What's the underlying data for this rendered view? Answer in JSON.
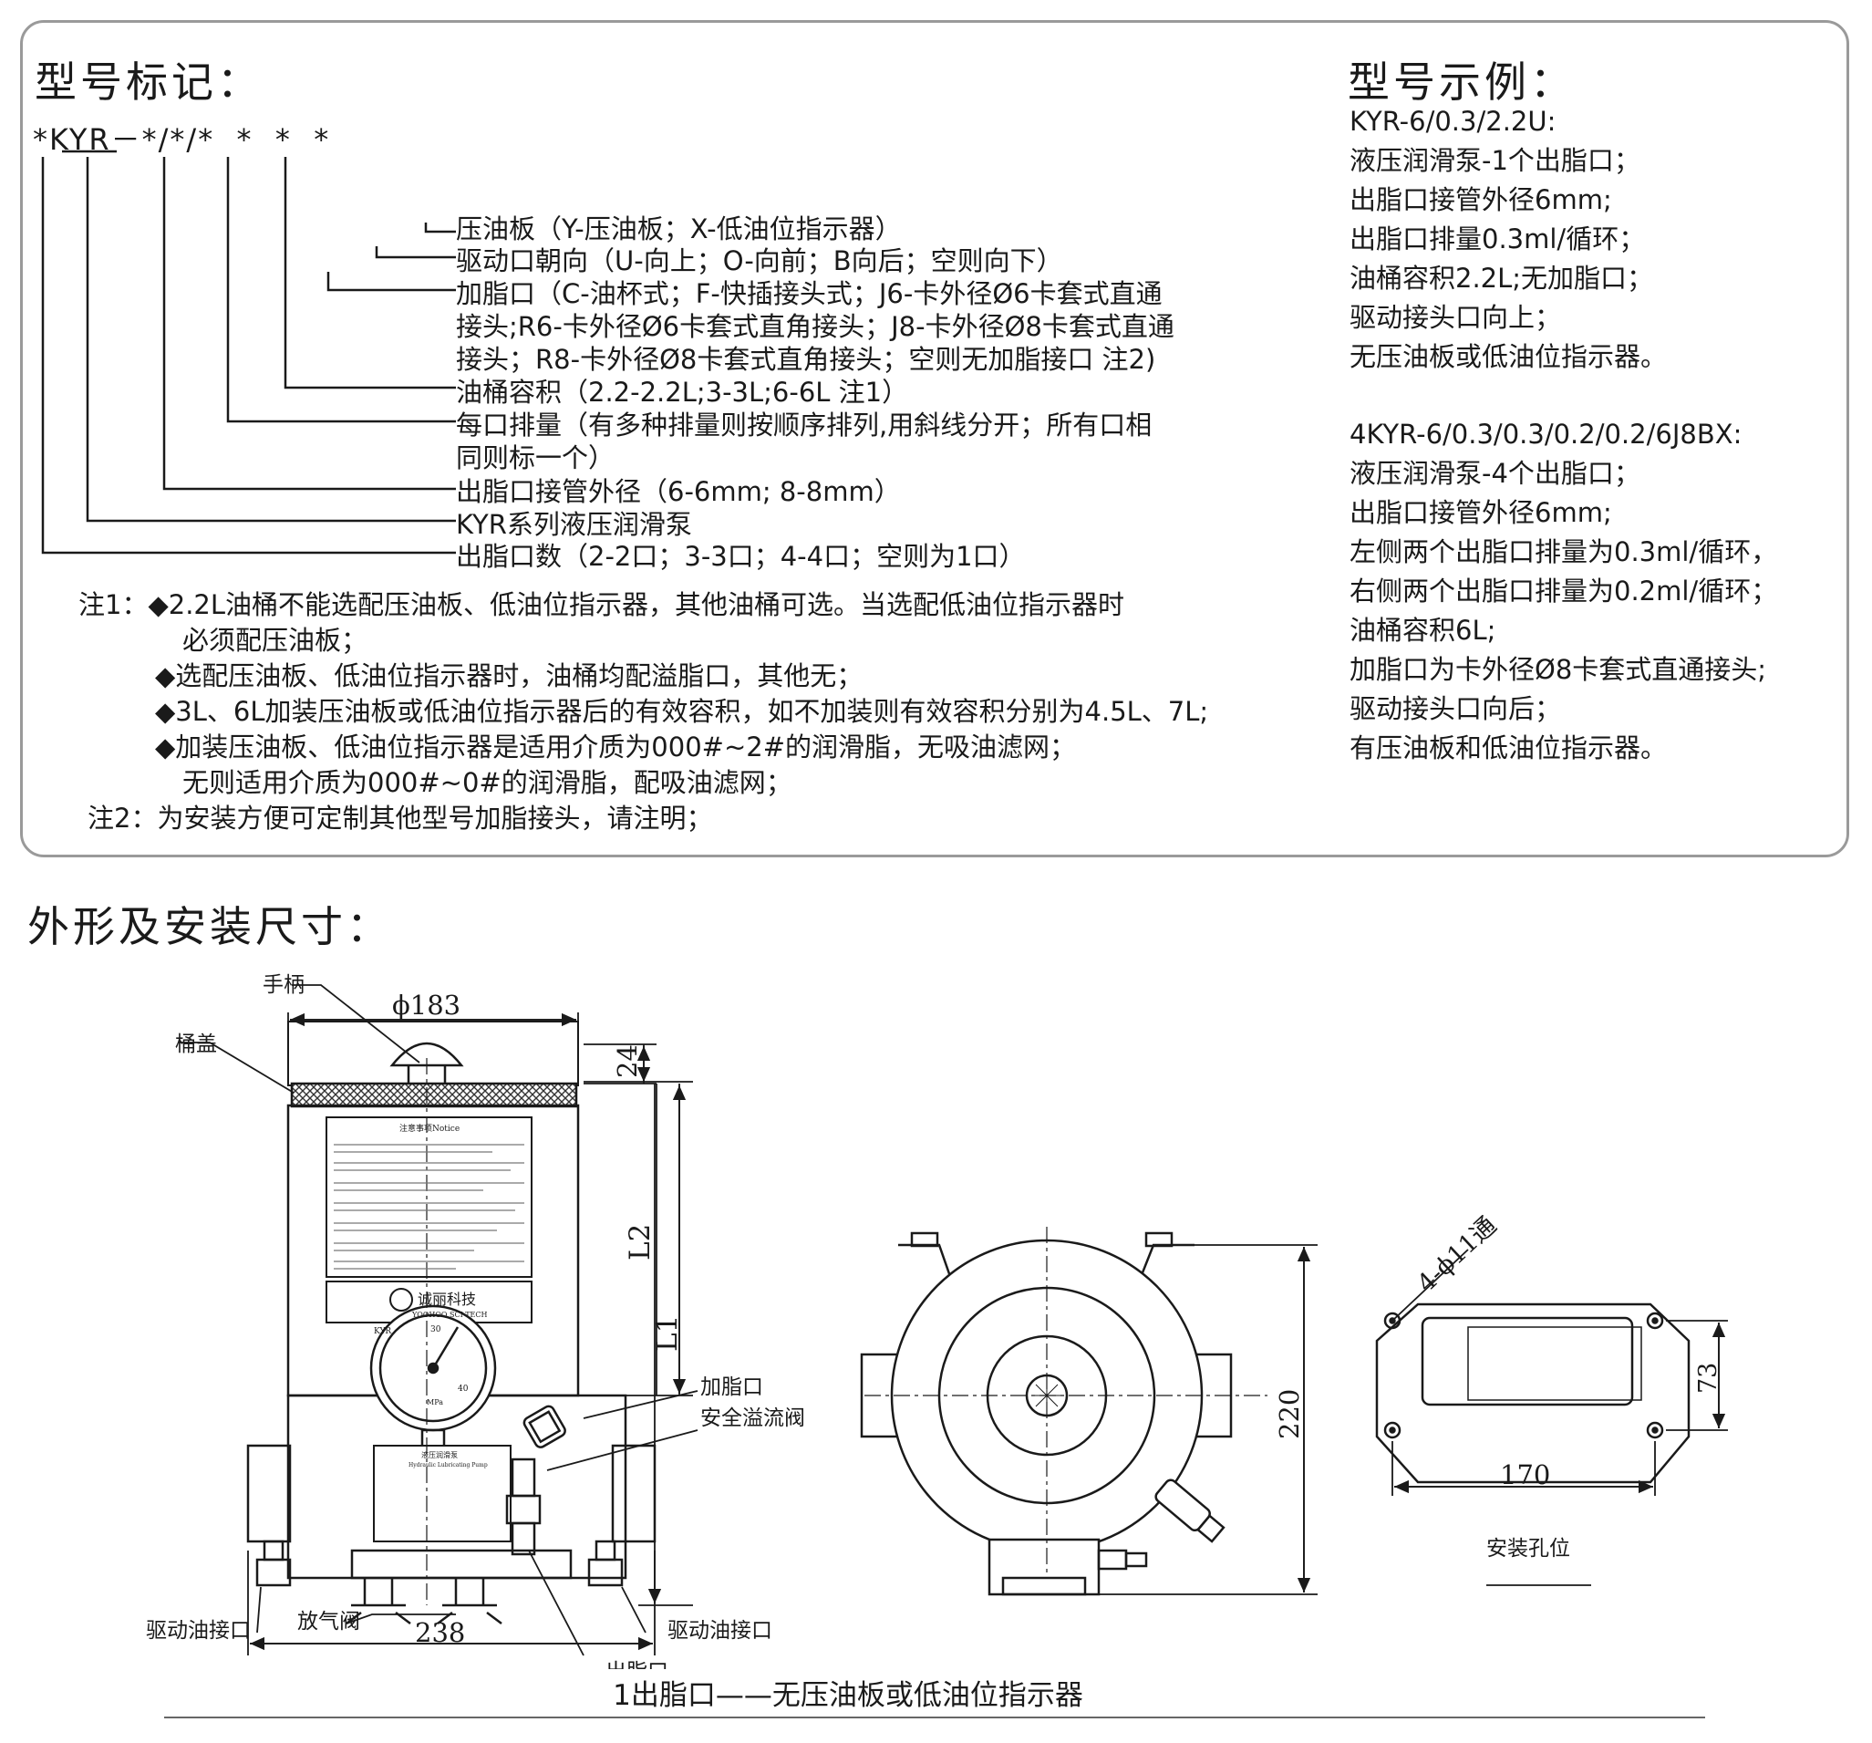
{
  "model": {
    "heading": "型号标记：",
    "code": "*KYR－*/*/*  *  *  *",
    "lines": [
      "压油板（Y-压油板；X-低油位指示器）",
      "驱动口朝向（U-向上；O-向前；B向后；空则向下）",
      "加脂口（C-油杯式；F-快插接头式；J6-卡外径Ø6卡套式直通",
      "接头;R6-卡外径Ø6卡套式直角接头；J8-卡外径Ø8卡套式直通",
      "接头；R8-卡外径Ø8卡套式直角接头；空则无加脂接口 注2)",
      "油桶容积（2.2-2.2L;3-3L;6-6L 注1）",
      "每口排量（有多种排量则按顺序排列,用斜线分开；所有口相",
      "同则标一个）",
      "出脂口接管外径（6-6mm; 8-8mm）",
      "KYR系列液压润滑泵",
      "出脂口数（2-2口；3-3口；4-4口；空则为1口）"
    ],
    "notes": [
      "注1：◆2.2L油桶不能选配压油板、低油位指示器，其他油桶可选。当选配低油位指示器时",
      "必须配压油板；",
      "◆选配压油板、低油位指示器时，油桶均配溢脂口，其他无；",
      "◆3L、6L加装压油板或低油位指示器后的有效容积，如不加装则有效容积分别为4.5L、7L;",
      "◆加装压油板、低油位指示器是适用介质为000#~2#的润滑脂，无吸油滤网；",
      "无则适用介质为000#~0#的润滑脂，配吸油滤网；",
      "注2：为安装方便可定制其他型号加脂接头，请注明；"
    ]
  },
  "example": {
    "heading": "型号示例：",
    "group1": [
      "KYR-6/0.3/2.2U:",
      "液压润滑泵-1个出脂口；",
      "出脂口接管外径6mm;",
      "出脂口排量0.3ml/循环；",
      "油桶容积2.2L;无加脂口；",
      "驱动接头口向上；",
      "无压油板或低油位指示器。"
    ],
    "group2": [
      "4KYR-6/0.3/0.3/0.2/0.2/6J8BX:",
      "液压润滑泵-4个出脂口；",
      "出脂口接管外径6mm;",
      "左侧两个出脂口排量为0.3ml/循环，",
      "右侧两个出脂口排量为0.2ml/循环；",
      "油桶容积6L;",
      "加脂口为卡外径Ø8卡套式直通接头;",
      "驱动接头口向后；",
      "有压油板和低油位指示器。"
    ]
  },
  "section": {
    "heading": "外形及安装尺寸："
  },
  "drawing": {
    "labels": {
      "handle": "手柄",
      "cover": "桶盖",
      "fill_port": "加脂口",
      "relief_valve": "安全溢流阀",
      "drive_port_left": "驱动油接口",
      "drive_port_right": "驱动油接口",
      "bleed_valve": "放气阀",
      "outlet": "出脂口",
      "mount_holes": "安装孔位",
      "hole_spec": "4-ϕ11通"
    },
    "dims": {
      "diameter": "ϕ183",
      "d24": "24",
      "l2": "L2",
      "l1": "L1",
      "width": "238",
      "height": "220",
      "d73": "73",
      "d170": "170"
    },
    "plate": {
      "notice_title": "注意事项Notice",
      "brand": "诚丽科技",
      "brand_en": "YOOHOO SCI-TECH",
      "gauge_unit": "MPa",
      "g40": "40",
      "g30": "30",
      "model_tag": "KYR",
      "nameplate": "液压润滑泵",
      "nameplate_en": "Hydraulic Lubricating Pump"
    }
  },
  "caption": "1出脂口——无压油板或低油位指示器"
}
